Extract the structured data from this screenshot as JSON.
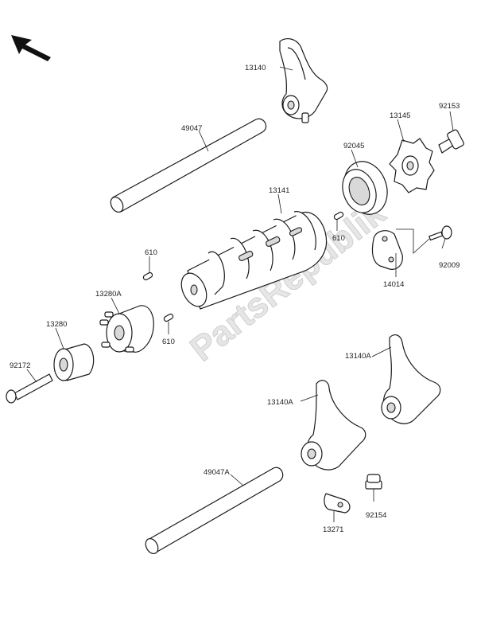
{
  "diagram": {
    "watermark": "PartsRepublik",
    "parts": {
      "p13140": "13140",
      "p49047": "49047",
      "p13145": "13145",
      "p92153": "92153",
      "p92045": "92045",
      "p13141": "13141",
      "p610a": "610",
      "p610b": "610",
      "p610c": "610",
      "p92009": "92009",
      "p14014": "14014",
      "p13280A": "13280A",
      "p13280": "13280",
      "p92172": "92172",
      "p13140A_right": "13140A",
      "p13140A_left": "13140A",
      "p49047A": "49047A",
      "p92154": "92154",
      "p13271": "13271"
    }
  }
}
